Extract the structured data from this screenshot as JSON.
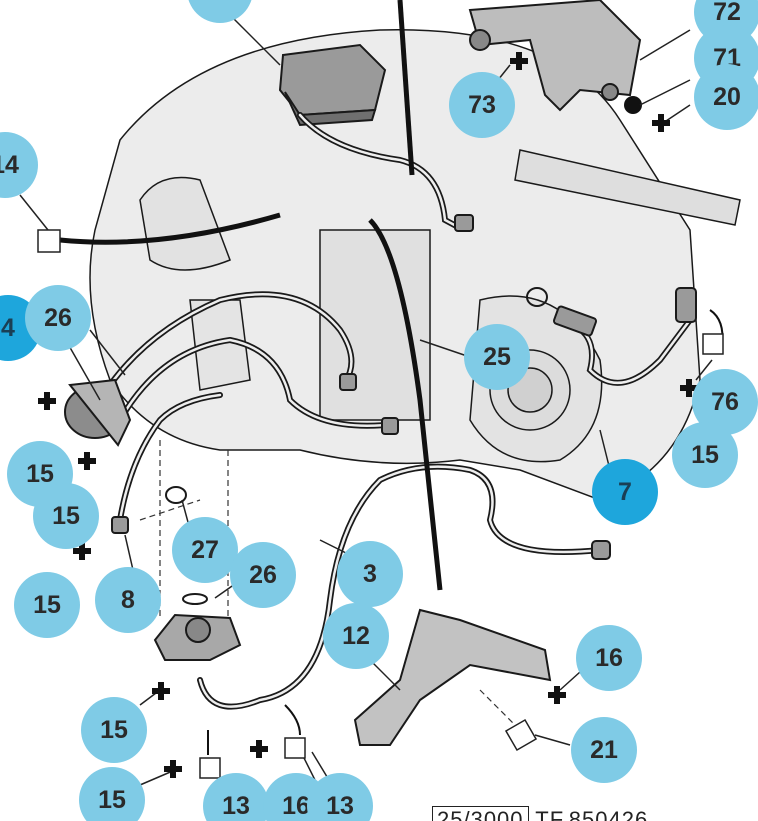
{
  "colors": {
    "callout_light": "#7fcbe6",
    "callout_dark": "#1ea6dc",
    "engine_fill": "#ececec",
    "line": "#1a1a1a"
  },
  "callouts": [
    {
      "id": "c-top-left",
      "label": "",
      "tone": "light"
    },
    {
      "id": "c-72",
      "label": "72",
      "tone": "light"
    },
    {
      "id": "c-71",
      "label": "71",
      "tone": "light"
    },
    {
      "id": "c-20",
      "label": "20",
      "tone": "light"
    },
    {
      "id": "c-73",
      "label": "73",
      "tone": "light"
    },
    {
      "id": "c-14",
      "label": "14",
      "tone": "light"
    },
    {
      "id": "c-4",
      "label": "4",
      "tone": "dark"
    },
    {
      "id": "c-26a",
      "label": "26",
      "tone": "light"
    },
    {
      "id": "c-25",
      "label": "25",
      "tone": "light"
    },
    {
      "id": "c-76",
      "label": "76",
      "tone": "light"
    },
    {
      "id": "c-15a",
      "label": "15",
      "tone": "light"
    },
    {
      "id": "c-15b",
      "label": "15",
      "tone": "light"
    },
    {
      "id": "c-15c",
      "label": "15",
      "tone": "light"
    },
    {
      "id": "c-7",
      "label": "7",
      "tone": "dark"
    },
    {
      "id": "c-27",
      "label": "27",
      "tone": "light"
    },
    {
      "id": "c-26b",
      "label": "26",
      "tone": "light"
    },
    {
      "id": "c-3",
      "label": "3",
      "tone": "light"
    },
    {
      "id": "c-15d",
      "label": "15",
      "tone": "light"
    },
    {
      "id": "c-8",
      "label": "8",
      "tone": "light"
    },
    {
      "id": "c-12",
      "label": "12",
      "tone": "light"
    },
    {
      "id": "c-16a",
      "label": "16",
      "tone": "light"
    },
    {
      "id": "c-21",
      "label": "21",
      "tone": "light"
    },
    {
      "id": "c-15e",
      "label": "15",
      "tone": "light"
    },
    {
      "id": "c-15f",
      "label": "15",
      "tone": "light"
    },
    {
      "id": "c-13a",
      "label": "13",
      "tone": "light"
    },
    {
      "id": "c-16b",
      "label": "16",
      "tone": "light"
    },
    {
      "id": "c-13b",
      "label": "13",
      "tone": "light"
    }
  ],
  "footer": {
    "ref_boxed": "25/3000",
    "ref_rest": "TF.850426"
  }
}
